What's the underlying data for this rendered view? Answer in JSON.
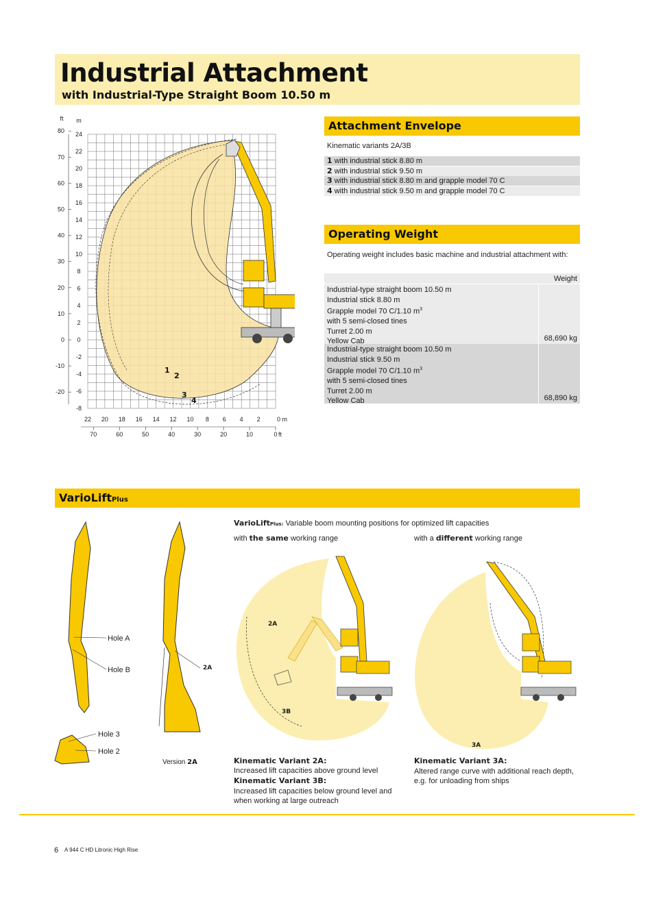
{
  "header": {
    "title": "Industrial Attachment",
    "subtitle": "with Industrial-Type Straight Boom 10.50 m"
  },
  "envelope_chart": {
    "unit_ft": "ft",
    "unit_m": "m",
    "y_ft_ticks": [
      "80",
      "70",
      "60",
      "50",
      "40",
      "30",
      "20",
      "10",
      "0",
      "-10",
      "-20"
    ],
    "y_m_ticks": [
      "24",
      "22",
      "20",
      "18",
      "16",
      "14",
      "12",
      "10",
      "8",
      "6",
      "4",
      "2",
      "0",
      "-2",
      "-4",
      "-6",
      "-8"
    ],
    "x_m_ticks": [
      "22",
      "20",
      "18",
      "16",
      "14",
      "12",
      "10",
      "8",
      "6",
      "4",
      "2",
      "0 m"
    ],
    "x_ft_ticks": [
      "70",
      "60",
      "50",
      "40",
      "30",
      "20",
      "10",
      "0"
    ],
    "x_ft_unit": "ft",
    "curve_labels": [
      "1",
      "2",
      "3",
      "4"
    ],
    "colors": {
      "envelope_fill": "#f8e0a0",
      "machine": "#f8c800",
      "grid": "#6b6b6b"
    }
  },
  "attachment_envelope": {
    "title": "Attachment Envelope",
    "intro": "Kinematic variants 2A/3B",
    "items": [
      {
        "num": "1",
        "text": "with industrial stick 8.80 m"
      },
      {
        "num": "2",
        "text": "with industrial stick 9.50 m"
      },
      {
        "num": "3",
        "text": "with industrial stick 8.80 m and grapple model 70 C"
      },
      {
        "num": "4",
        "text": "with industrial stick 9.50 m and grapple model 70 C"
      }
    ]
  },
  "operating_weight": {
    "title": "Operating Weight",
    "intro": "Operating weight includes basic machine and industrial attachment with:",
    "column_header": "Weight",
    "rows": [
      {
        "lines": [
          "Industrial-type straight boom 10.50 m",
          "Industrial stick 8.80 m",
          "Grapple model 70 C/1.10 m",
          "with 5 semi-closed tines",
          "Turret 2.00 m",
          "Yellow Cab"
        ],
        "superscript": "3",
        "weight": "68,690 kg"
      },
      {
        "lines": [
          "Industrial-type straight boom 10.50 m",
          "Industrial stick 9.50 m",
          "Grapple model 70 C/1.10 m",
          "with 5 semi-closed tines",
          "Turret 2.00 m",
          "Yellow Cab"
        ],
        "superscript": "3",
        "weight": "68,890 kg"
      }
    ]
  },
  "variolift": {
    "title_main": "VarioLift",
    "title_sub": "Plus",
    "hole_labels": {
      "hole_a": "Hole A",
      "hole_b": "Hole B",
      "hole_3": "Hole 3",
      "hole_2": "Hole 2",
      "tag_2a": "2A"
    },
    "version_label": "Version",
    "version_value": "2A",
    "intro_brand": "VarioLift",
    "intro_brand_sub": "Plus:",
    "intro_text": "Variable boom mounting positions for optimized lift capacities",
    "same_pre": "with",
    "same_bold": "the same",
    "same_post": "working range",
    "diff_pre": "with a",
    "diff_bold": "different",
    "diff_post": "working range",
    "diagram_tags": {
      "a2": "2A",
      "b3": "3B",
      "a3": "3A"
    },
    "variant_2a": {
      "heading": "Kinematic Variant 2A:",
      "text": "Increased lift capacities above ground level"
    },
    "variant_3b": {
      "heading": "Kinematic Variant 3B:",
      "text": "Increased lift capacities below ground level and when working at large outreach"
    },
    "variant_3a": {
      "heading": "Kinematic Variant 3A:",
      "text": "Altered range curve with additional reach depth, e.g. for unloading from ships"
    }
  },
  "footer": {
    "page_number": "6",
    "model": "A 944 C HD Litronic High Rise"
  }
}
